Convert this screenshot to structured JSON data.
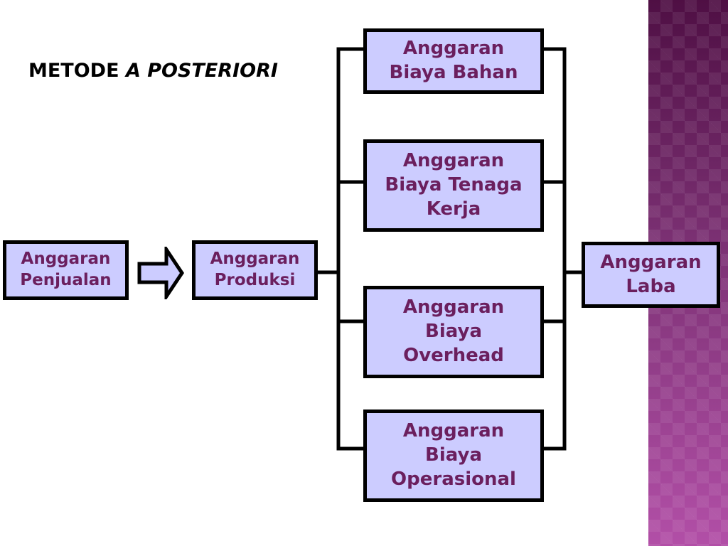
{
  "title": {
    "prefix": "METODE ",
    "italic": "A POSTERIORI"
  },
  "nodes": {
    "penjualan": "Anggaran\nPenjualan",
    "produksi": "Anggaran\nProduksi",
    "bahan": "Anggaran\nBiaya Bahan",
    "tenaga_kerja": "Anggaran\nBiaya Tenaga\nKerja",
    "overhead": "Anggaran\nBiaya\nOverhead",
    "operasional": "Anggaran\nBiaya\nOperasional",
    "laba": "Anggaran\nLaba"
  },
  "colors": {
    "box_fill": "#ccccff",
    "box_text": "#6b1f5e",
    "border": "#000000",
    "side_band": "#7a2f72"
  }
}
